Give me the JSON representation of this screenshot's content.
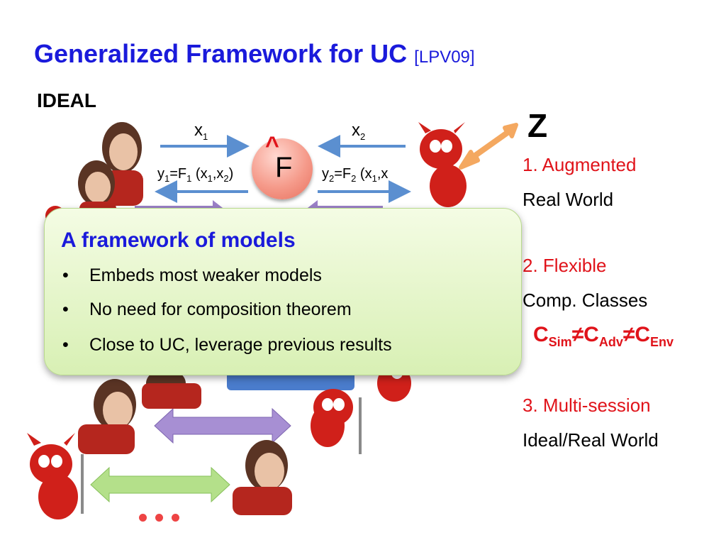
{
  "slide": {
    "title": "Generalized Framework for UC",
    "title_ref": "[LPV09]",
    "ideal_label": "IDEAL",
    "z_label": "Z",
    "functionality_label": "F",
    "hat_symbol": "^",
    "labels": {
      "x1_base": "x",
      "x1_sub": "1",
      "x2_base": "x",
      "x2_sub": "2",
      "y1_y": "y",
      "y1_ysub": "1",
      "y1_eqF": "=F",
      "y1_Fsub": "1",
      "y1_open": " (x",
      "y1_a": "1",
      "y1_comma": ",x",
      "y1_b": "2",
      "y1_close": ")",
      "y2_y": "y",
      "y2_ysub": "2",
      "y2_eqF": "=F",
      "y2_Fsub": "2",
      "y2_open": " (x",
      "y2_a": "1",
      "y2_comma": ",x"
    },
    "properties": [
      {
        "heading": "1. Augmented",
        "text": "Real World"
      },
      {
        "heading": "2. Flexible",
        "text": "Comp. Classes"
      },
      {
        "heading": "3. Multi-session",
        "text": "Ideal/Real World"
      }
    ],
    "c_ineq": {
      "c": "C",
      "sim": "Sim",
      "adv": "Adv",
      "env": "Env",
      "neq": "≠"
    },
    "popup": {
      "title": "A framework of models",
      "bullets": [
        "Embeds most weaker models",
        "No need for composition theorem",
        "Close to UC, leverage previous results"
      ]
    },
    "colors": {
      "title_blue": "#1a1adb",
      "accent_red": "#e0131a",
      "popup_green": "#d8f0b4",
      "arrow_blue": "#5b8fd0",
      "arrow_purple": "#9b80c8",
      "arrow_green": "#9ed36a",
      "arrow_orange": "#f4a860"
    },
    "icons": [
      "woman-phone-icon",
      "devil-icon",
      "ellipsis-dots-icon"
    ]
  }
}
